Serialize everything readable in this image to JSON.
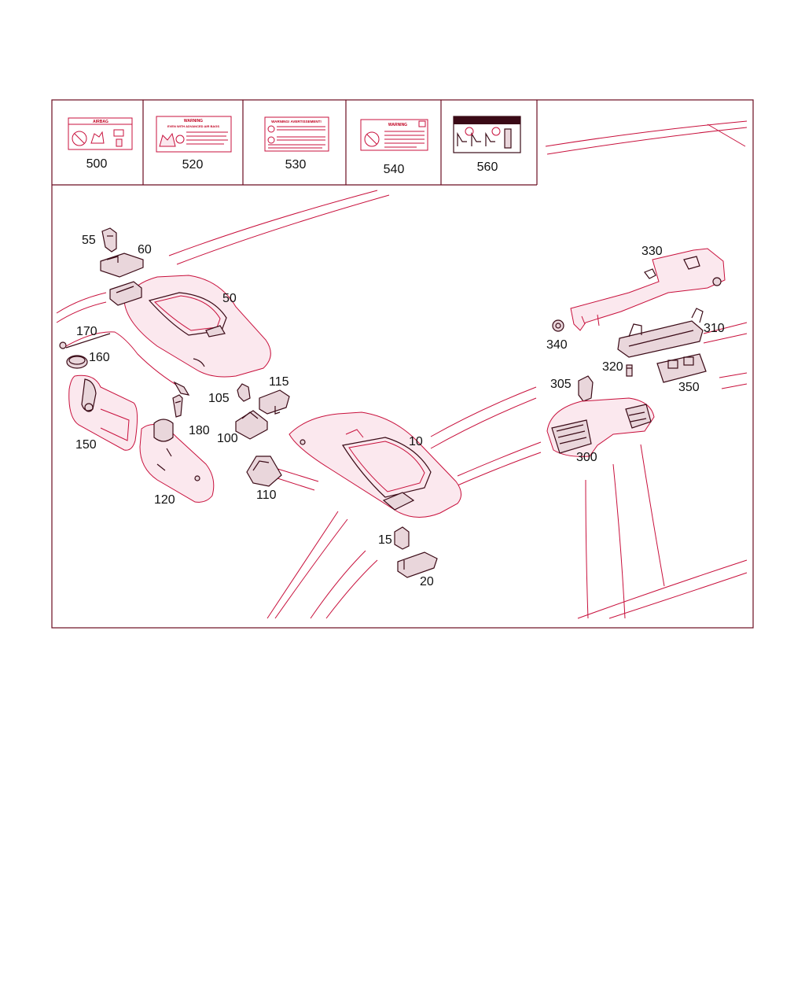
{
  "labels": {
    "decal": [
      {
        "callout": "500",
        "heading": "AIRBAG"
      },
      {
        "callout": "520",
        "heading": "WARNING",
        "subheading": "EVEN WITH ADVANCED AIR BAGS"
      },
      {
        "callout": "530",
        "heading": "WARNING! AVERTISSEMENT!"
      },
      {
        "callout": "540",
        "heading": "WARNING"
      },
      {
        "callout": "560",
        "heading": ""
      }
    ]
  },
  "callouts": {
    "p10": "10",
    "p15": "15",
    "p20": "20",
    "p50": "50",
    "p55": "55",
    "p60": "60",
    "p100": "100",
    "p105": "105",
    "p110": "110",
    "p115": "115",
    "p120": "120",
    "p150": "150",
    "p160": "160",
    "p170": "170",
    "p180": "180",
    "p300": "300",
    "p305": "305",
    "p310": "310",
    "p320": "320",
    "p330": "330",
    "p340": "340",
    "p350": "350"
  },
  "colors": {
    "line": "#c8103c",
    "outline": "#3a0a16",
    "frame": "#6b0c20"
  }
}
